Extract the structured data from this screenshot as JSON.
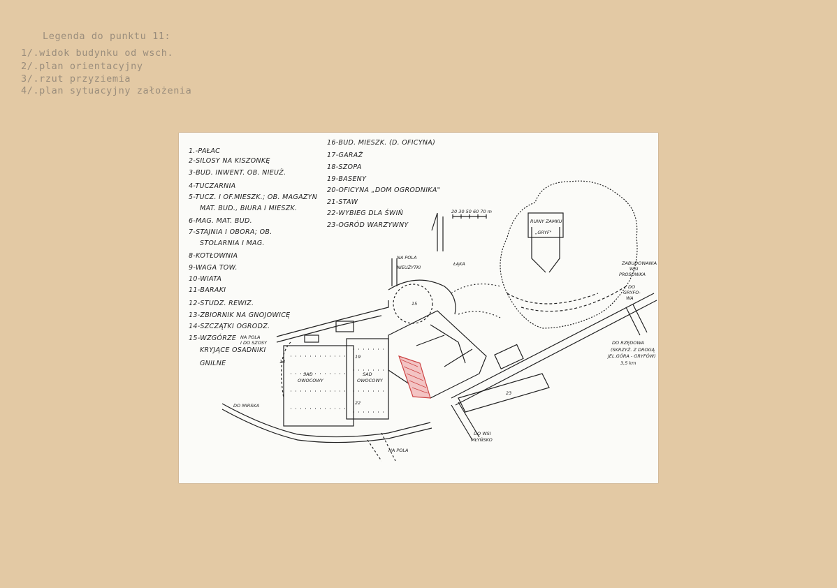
{
  "header": {
    "title": "Legenda do punktu 11:",
    "items": [
      "1/.widok budynku od wsch.",
      "2/.plan orientacyjny",
      "3/.rzut przyziemia",
      "4/.plan sytuacyjny założenia"
    ]
  },
  "legend": {
    "col1": [
      "1.-PAŁAC",
      "2-SILOSY NA KISZONKĘ",
      "3-BUD. INWENT. OB. NIEUŻ.",
      "4-TUCZARNIA",
      "5-TUCZ. I OF.MIESZK.; OB. MAGAZYN",
      "MAT. BUD., BIURA I MIESZK.",
      "6-MAG. MAT. BUD.",
      "7-STAJNIA I OBORA; OB.",
      "STOLARNIA I MAG.",
      "8-KOTŁOWNIA",
      "9-WAGA TOW.",
      "10-WIATA",
      "11-BARAKI",
      "12-STUDZ. REWIZ.",
      "13-ZBIORNIK NA GNOJOWICĘ",
      "14-SZCZĄTKI OGRODZ.",
      "15-WZGÓRZE",
      "KRYJĄCE OSADNIKI",
      "GNILNE"
    ],
    "col2": [
      "16-BUD. MIESZK. (D. OFICYNA)",
      "17-GARAŻ",
      "18-SZOPA",
      "19-BASENY",
      "20-OFICYNA „DOM OGRODNIKA\"",
      "21-STAW",
      "22-WYBIEG DLA ŚWIŃ",
      "23-OGRÓD WARZYWNY"
    ]
  },
  "map": {
    "scale_label": "20 30 50 60 70 m",
    "labels": {
      "na_pola_top": "NA POLA",
      "nieuzytki": "NIEUŻYTKI",
      "laka": "ŁĄKA",
      "ruiny": "RUINY ZAMKU",
      "gryf": "„GRYF\"",
      "zabudowania": "ZABUDOWANIA",
      "wsi": "WSI",
      "prosowka": "PROSÓWKA",
      "do": "DO",
      "gryfowa": "GRYFO-",
      "wa": "WA",
      "na_pola_left": "NA POLA",
      "i_do_szosy": "I DO SZOSY",
      "sad1": "SAD",
      "owocowy1": "OWOCOWY",
      "sad2": "SAD",
      "owocowy2": "OWOCOWY",
      "do_mirska": "DO MIRSKA",
      "do_wsi": "DO WSI",
      "mlynsko": "MŁYŃSKO",
      "na_pola_bottom": "NA POLA",
      "do_rzedowa": "DO RZĘDOWA",
      "skrzyz": "(SKRZYŻ. Z DROGĄ",
      "jel_gora": "JEL.GÓRA - GRYFÓW)",
      "km": "3,5 km",
      "n15": "15",
      "n23": "23",
      "n19": "19",
      "n22": "22",
      "n14": "14"
    }
  }
}
